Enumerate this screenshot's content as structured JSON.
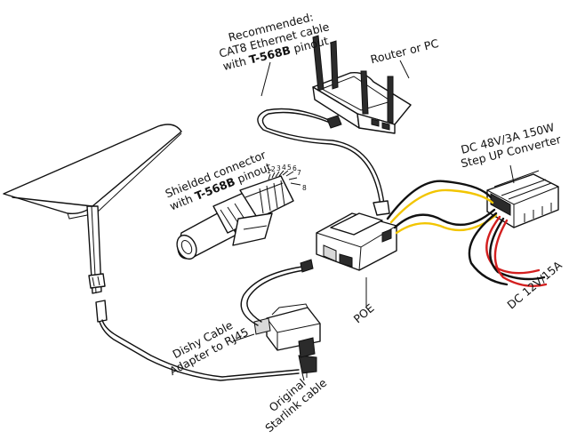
{
  "labels": {
    "recommended": [
      "Recommended:",
      "CAT8 Ethernet cable",
      "with ",
      "T-568B",
      " pinout."
    ],
    "router": "Router or PC",
    "converter": [
      "DC 48V/3A 150W",
      "Step UP Converter"
    ],
    "shielded": [
      "Shielded connector",
      "with ",
      "T-568B",
      " pinout"
    ],
    "pins": [
      "1",
      "2",
      "3",
      "4",
      "5",
      "6",
      "7",
      "8"
    ],
    "dc_input": "DC 12V/15A",
    "poe": "POE",
    "dishy": [
      "Dishy Cable",
      "Adapter to RJ45"
    ],
    "original": [
      "Original",
      "Starlink cable"
    ]
  },
  "colors": {
    "ink": "#111111",
    "cable_yellow": "#f2c500",
    "cable_red": "#d31f1f",
    "cable_black": "#111111"
  }
}
